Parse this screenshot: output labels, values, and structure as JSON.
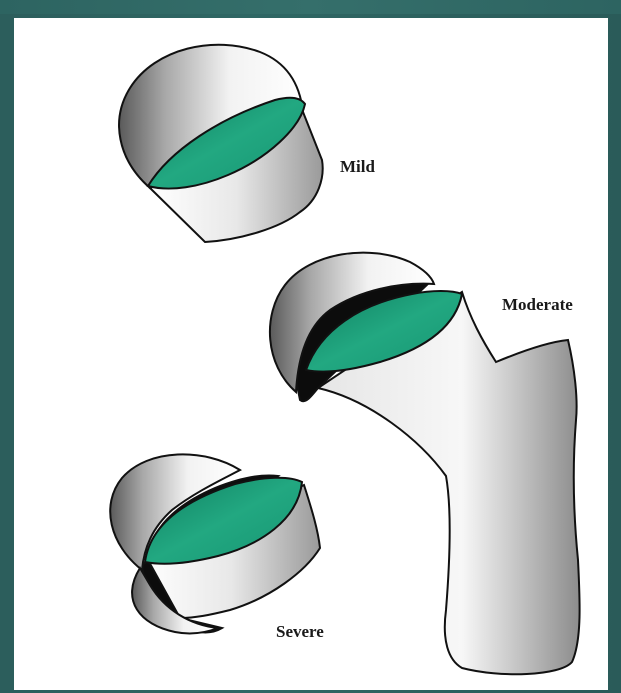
{
  "labels": {
    "mild": "Mild",
    "moderate": "Moderate",
    "severe": "Severe"
  },
  "colors": {
    "background": "#2f6764",
    "panel": "#ffffff",
    "cartilage": "#1fa27c",
    "bone_light": "#f4f4f4",
    "bone_shade": "#8a8a8a",
    "outline": "#111111"
  }
}
